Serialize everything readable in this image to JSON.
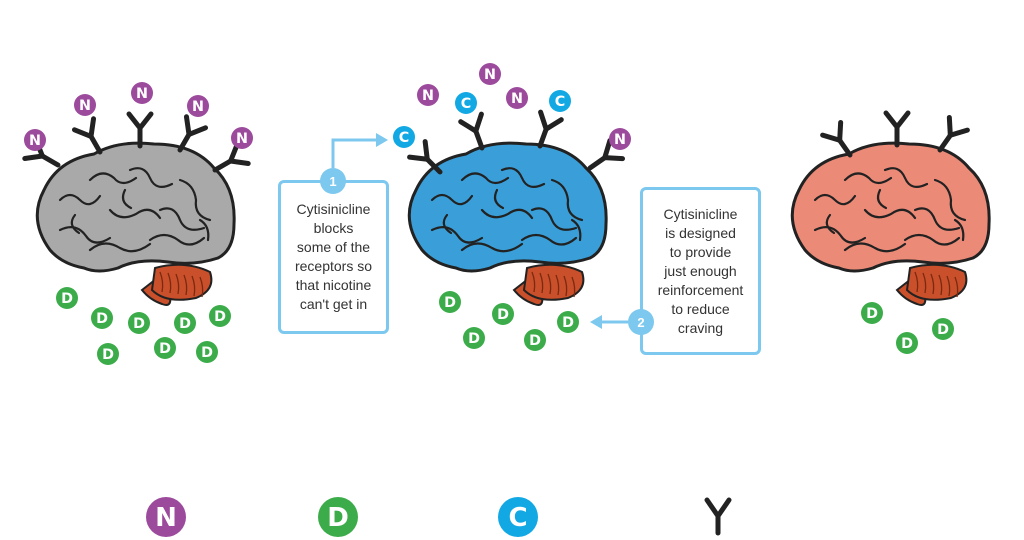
{
  "badges": {
    "nicotine": "N",
    "dopamine": "D",
    "cytisinicline": "C"
  },
  "colors": {
    "nicotine": "#9b4a9c",
    "dopamine": "#3cac4a",
    "cytisinicline": "#12a8e4",
    "receptor": "#222222",
    "brain_gray": "#a9a9a9",
    "brain_blue": "#3a9fd8",
    "brain_pink": "#ec8a78",
    "cerebellum": "#c9502a",
    "callout": "#7cc8ee"
  },
  "callouts": [
    {
      "step": "1",
      "lines": [
        "Cytisinicline",
        "blocks",
        "some of the",
        "receptors so",
        "that nicotine",
        "can't get in"
      ]
    },
    {
      "step": "2",
      "lines": [
        "Cytisinicline",
        "is designed",
        "to provide",
        "just enough",
        "reinforcement",
        "to reduce",
        "craving"
      ]
    }
  ],
  "legend": [
    "N",
    "D",
    "C",
    "Y"
  ]
}
